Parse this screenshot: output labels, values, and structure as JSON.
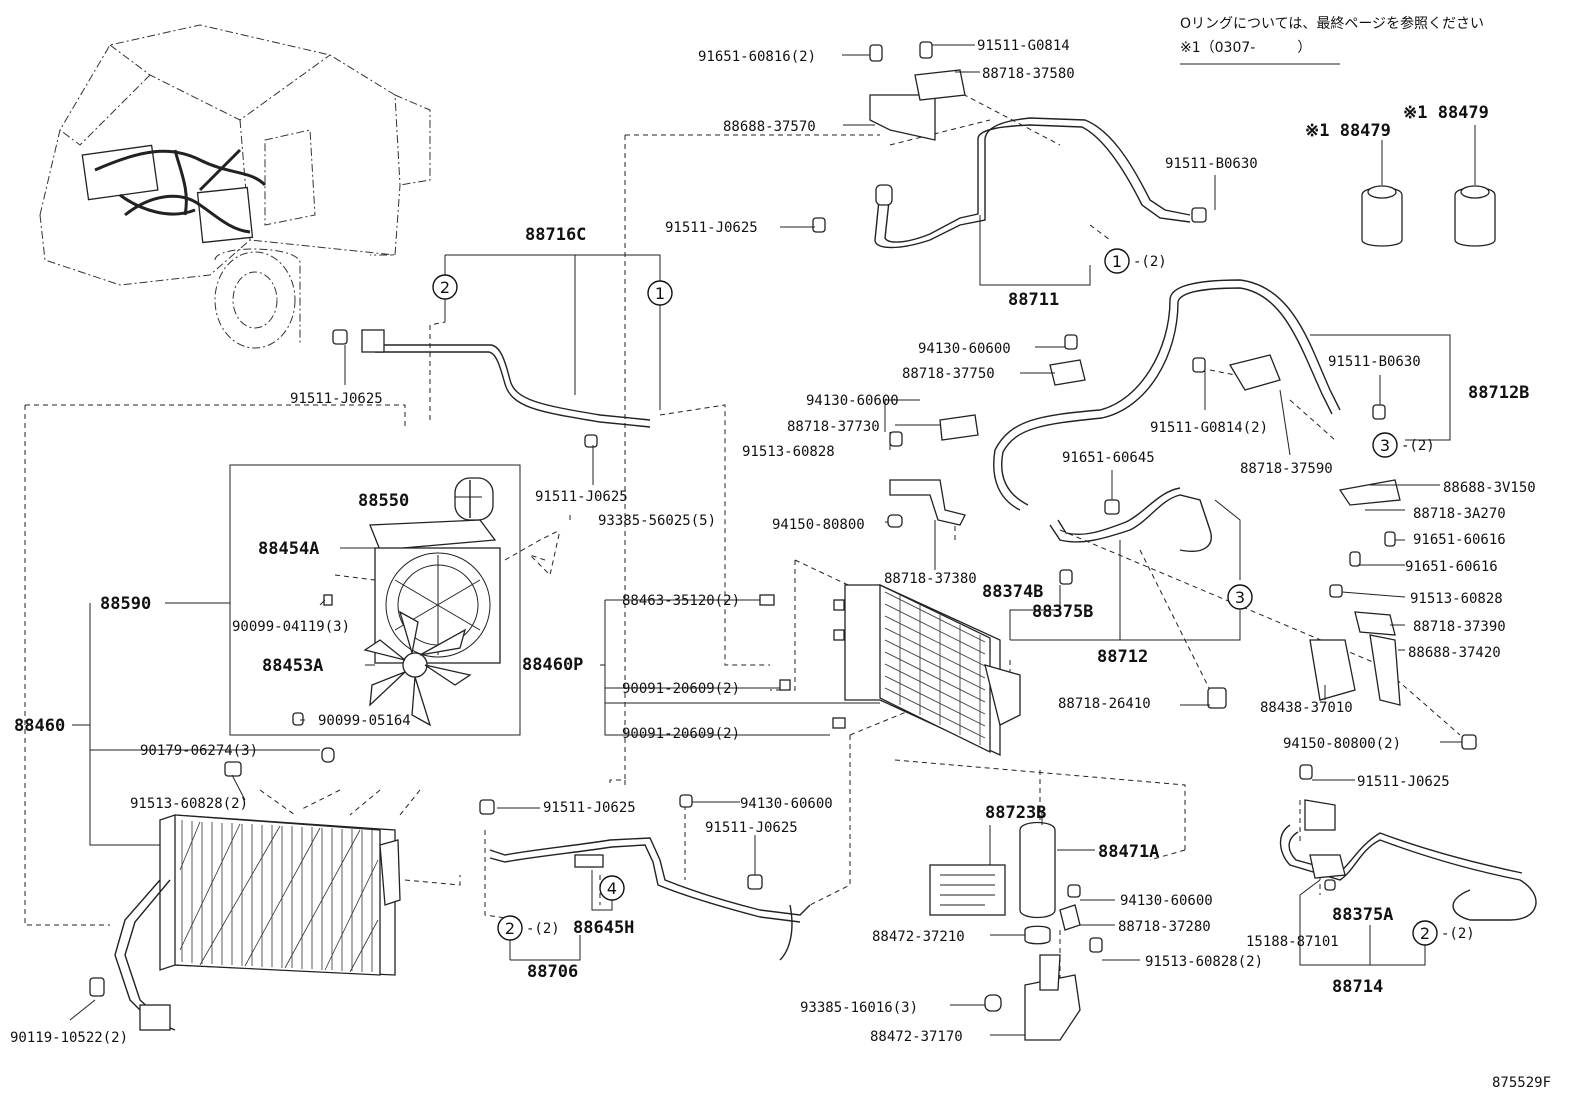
{
  "note": {
    "line1": "Oリングについては、最終ページを参照ください",
    "line2": "※1（0307-　　　）"
  },
  "diagram_id": "875529F",
  "labels": [
    {
      "key": "l01",
      "text": "91651-60816(2)"
    },
    {
      "key": "l02",
      "text": "91511-G0814"
    },
    {
      "key": "l03",
      "text": "88718-37580"
    },
    {
      "key": "l04",
      "text": "88688-37570"
    },
    {
      "key": "l05",
      "text": "91511-J0625"
    },
    {
      "key": "l06",
      "text": "91511-B0630"
    },
    {
      "key": "l07",
      "text": "88711"
    },
    {
      "key": "l08",
      "text": "88716C"
    },
    {
      "key": "l09",
      "text": "91511-J0625"
    },
    {
      "key": "l10",
      "text": "94130-60600"
    },
    {
      "key": "l11",
      "text": "88718-37750"
    },
    {
      "key": "l12",
      "text": "94130-60600"
    },
    {
      "key": "l13",
      "text": "88718-37730"
    },
    {
      "key": "l14",
      "text": "91513-60828"
    },
    {
      "key": "l15",
      "text": "91511-J0625"
    },
    {
      "key": "l16",
      "text": "88550"
    },
    {
      "key": "l17",
      "text": "93385-56025(5)"
    },
    {
      "key": "l18",
      "text": "88454A"
    },
    {
      "key": "l19",
      "text": "94150-80800"
    },
    {
      "key": "l20",
      "text": "88718-37380"
    },
    {
      "key": "l21",
      "text": "88590"
    },
    {
      "key": "l22",
      "text": "88463-35120(2)"
    },
    {
      "key": "l23",
      "text": "90099-04119(3)"
    },
    {
      "key": "l24",
      "text": "88453A"
    },
    {
      "key": "l25",
      "text": "88460P"
    },
    {
      "key": "l26",
      "text": "90091-20609(2)"
    },
    {
      "key": "l27",
      "text": "90099-05164"
    },
    {
      "key": "l28",
      "text": "90091-20609(2)"
    },
    {
      "key": "l29",
      "text": "88460"
    },
    {
      "key": "l30",
      "text": "90179-06274(3)"
    },
    {
      "key": "l31",
      "text": "91513-60828(2)"
    },
    {
      "key": "l32",
      "text": "91511-J0625"
    },
    {
      "key": "l33",
      "text": "94130-60600"
    },
    {
      "key": "l34",
      "text": "91511-J0625"
    },
    {
      "key": "l35",
      "text": "88645H"
    },
    {
      "key": "l36",
      "text": "88706"
    },
    {
      "key": "l37",
      "text": "90119-10522(2)"
    },
    {
      "key": "l38",
      "text": "91511-G0814(2)"
    },
    {
      "key": "l39",
      "text": "91511-B0630"
    },
    {
      "key": "l40",
      "text": "88712B"
    },
    {
      "key": "l41",
      "text": "91651-60645"
    },
    {
      "key": "l42",
      "text": "88718-37590"
    },
    {
      "key": "l43",
      "text": "88688-3V150"
    },
    {
      "key": "l44",
      "text": "88718-3A270"
    },
    {
      "key": "l45",
      "text": "91651-60616"
    },
    {
      "key": "l46",
      "text": "91651-60616"
    },
    {
      "key": "l47",
      "text": "88374B"
    },
    {
      "key": "l48",
      "text": "88375B"
    },
    {
      "key": "l49",
      "text": "88712"
    },
    {
      "key": "l50",
      "text": "91513-60828"
    },
    {
      "key": "l51",
      "text": "88718-37390"
    },
    {
      "key": "l52",
      "text": "88688-37420"
    },
    {
      "key": "l53",
      "text": "88718-26410"
    },
    {
      "key": "l54",
      "text": "88438-37010"
    },
    {
      "key": "l55",
      "text": "94150-80800(2)"
    },
    {
      "key": "l56",
      "text": "91511-J0625"
    },
    {
      "key": "l57",
      "text": "88723B"
    },
    {
      "key": "l58",
      "text": "88471A"
    },
    {
      "key": "l59",
      "text": "94130-60600"
    },
    {
      "key": "l60",
      "text": "88718-37280"
    },
    {
      "key": "l61",
      "text": "88472-37210"
    },
    {
      "key": "l62",
      "text": "91513-60828(2)"
    },
    {
      "key": "l63",
      "text": "93385-16016(3)"
    },
    {
      "key": "l64",
      "text": "88472-37170"
    },
    {
      "key": "l65",
      "text": "88375A"
    },
    {
      "key": "l66",
      "text": "15188-87101"
    },
    {
      "key": "l67",
      "text": "88714"
    },
    {
      "key": "l68",
      "text": "※1 88479"
    },
    {
      "key": "l69",
      "text": "※1 88479"
    }
  ],
  "callouts": [
    {
      "key": "c1",
      "num": "2",
      "suffix": ""
    },
    {
      "key": "c2",
      "num": "1",
      "suffix": ""
    },
    {
      "key": "c3",
      "num": "1",
      "suffix": "-(2)"
    },
    {
      "key": "c4",
      "num": "3",
      "suffix": "-(2)"
    },
    {
      "key": "c5",
      "num": "3",
      "suffix": ""
    },
    {
      "key": "c6",
      "num": "2",
      "suffix": "-(2)"
    },
    {
      "key": "c7",
      "num": "4",
      "suffix": ""
    },
    {
      "key": "c8",
      "num": "2",
      "suffix": "-(2)"
    }
  ]
}
